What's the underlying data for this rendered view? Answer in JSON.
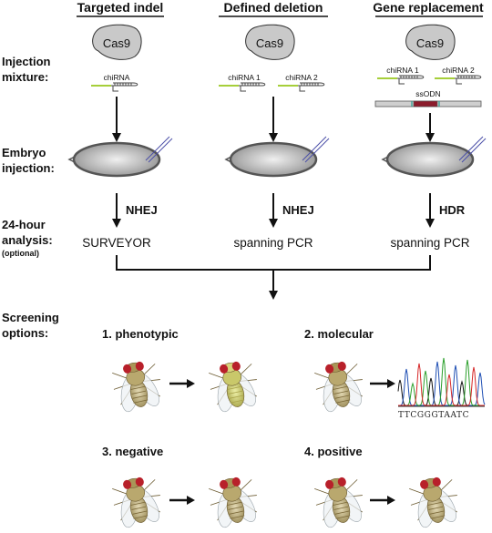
{
  "headers": [
    "Targeted indel",
    "Defined deletion",
    "Gene replacement"
  ],
  "rows": {
    "injection": [
      "Injection",
      "mixture:"
    ],
    "embryo": [
      "Embryo",
      "injection:"
    ],
    "analysis": [
      "24-hour",
      "analysis:",
      "(optional)"
    ],
    "screening": [
      "Screening",
      "options:"
    ]
  },
  "injection": {
    "cas9": "Cas9",
    "chirna": "chiRNA",
    "chirna1": "chiRNA 1",
    "chirna2": "chiRNA 2",
    "ssodn": "ssODN"
  },
  "pathways": [
    "NHEJ",
    "NHEJ",
    "HDR"
  ],
  "analysis": [
    "SURVEYOR",
    "spanning PCR",
    "spanning PCR"
  ],
  "screening": [
    "1. phenotypic",
    "2. molecular",
    "3. negative",
    "4. positive"
  ],
  "sequence": "TTCGGGTAATC",
  "colors": {
    "guide": "#a6cf3a",
    "cas9": "#c9c9c9",
    "donor_insert": "#8b1c2c",
    "fly_body": "#b9a86e",
    "fly_body_mutant": "#c9c86a",
    "fly_eye": "#b8202a",
    "trace_green": "#2ca02c",
    "trace_blue": "#1f4fb4",
    "trace_red": "#d62728",
    "trace_black": "#111111"
  },
  "flies": [
    {
      "name": "fly-wildtype",
      "variant": "wildtype"
    },
    {
      "name": "fly-yellow-mutant",
      "variant": "yellow"
    },
    {
      "name": "fly-wildtype",
      "variant": "wildtype"
    },
    {
      "name": "fly-wildtype",
      "variant": "wildtype"
    },
    {
      "name": "fly-wildtype",
      "variant": "wildtype"
    },
    {
      "name": "fly-wildtype",
      "variant": "wildtype"
    },
    {
      "name": "fly-wildtype",
      "variant": "wildtype"
    }
  ]
}
